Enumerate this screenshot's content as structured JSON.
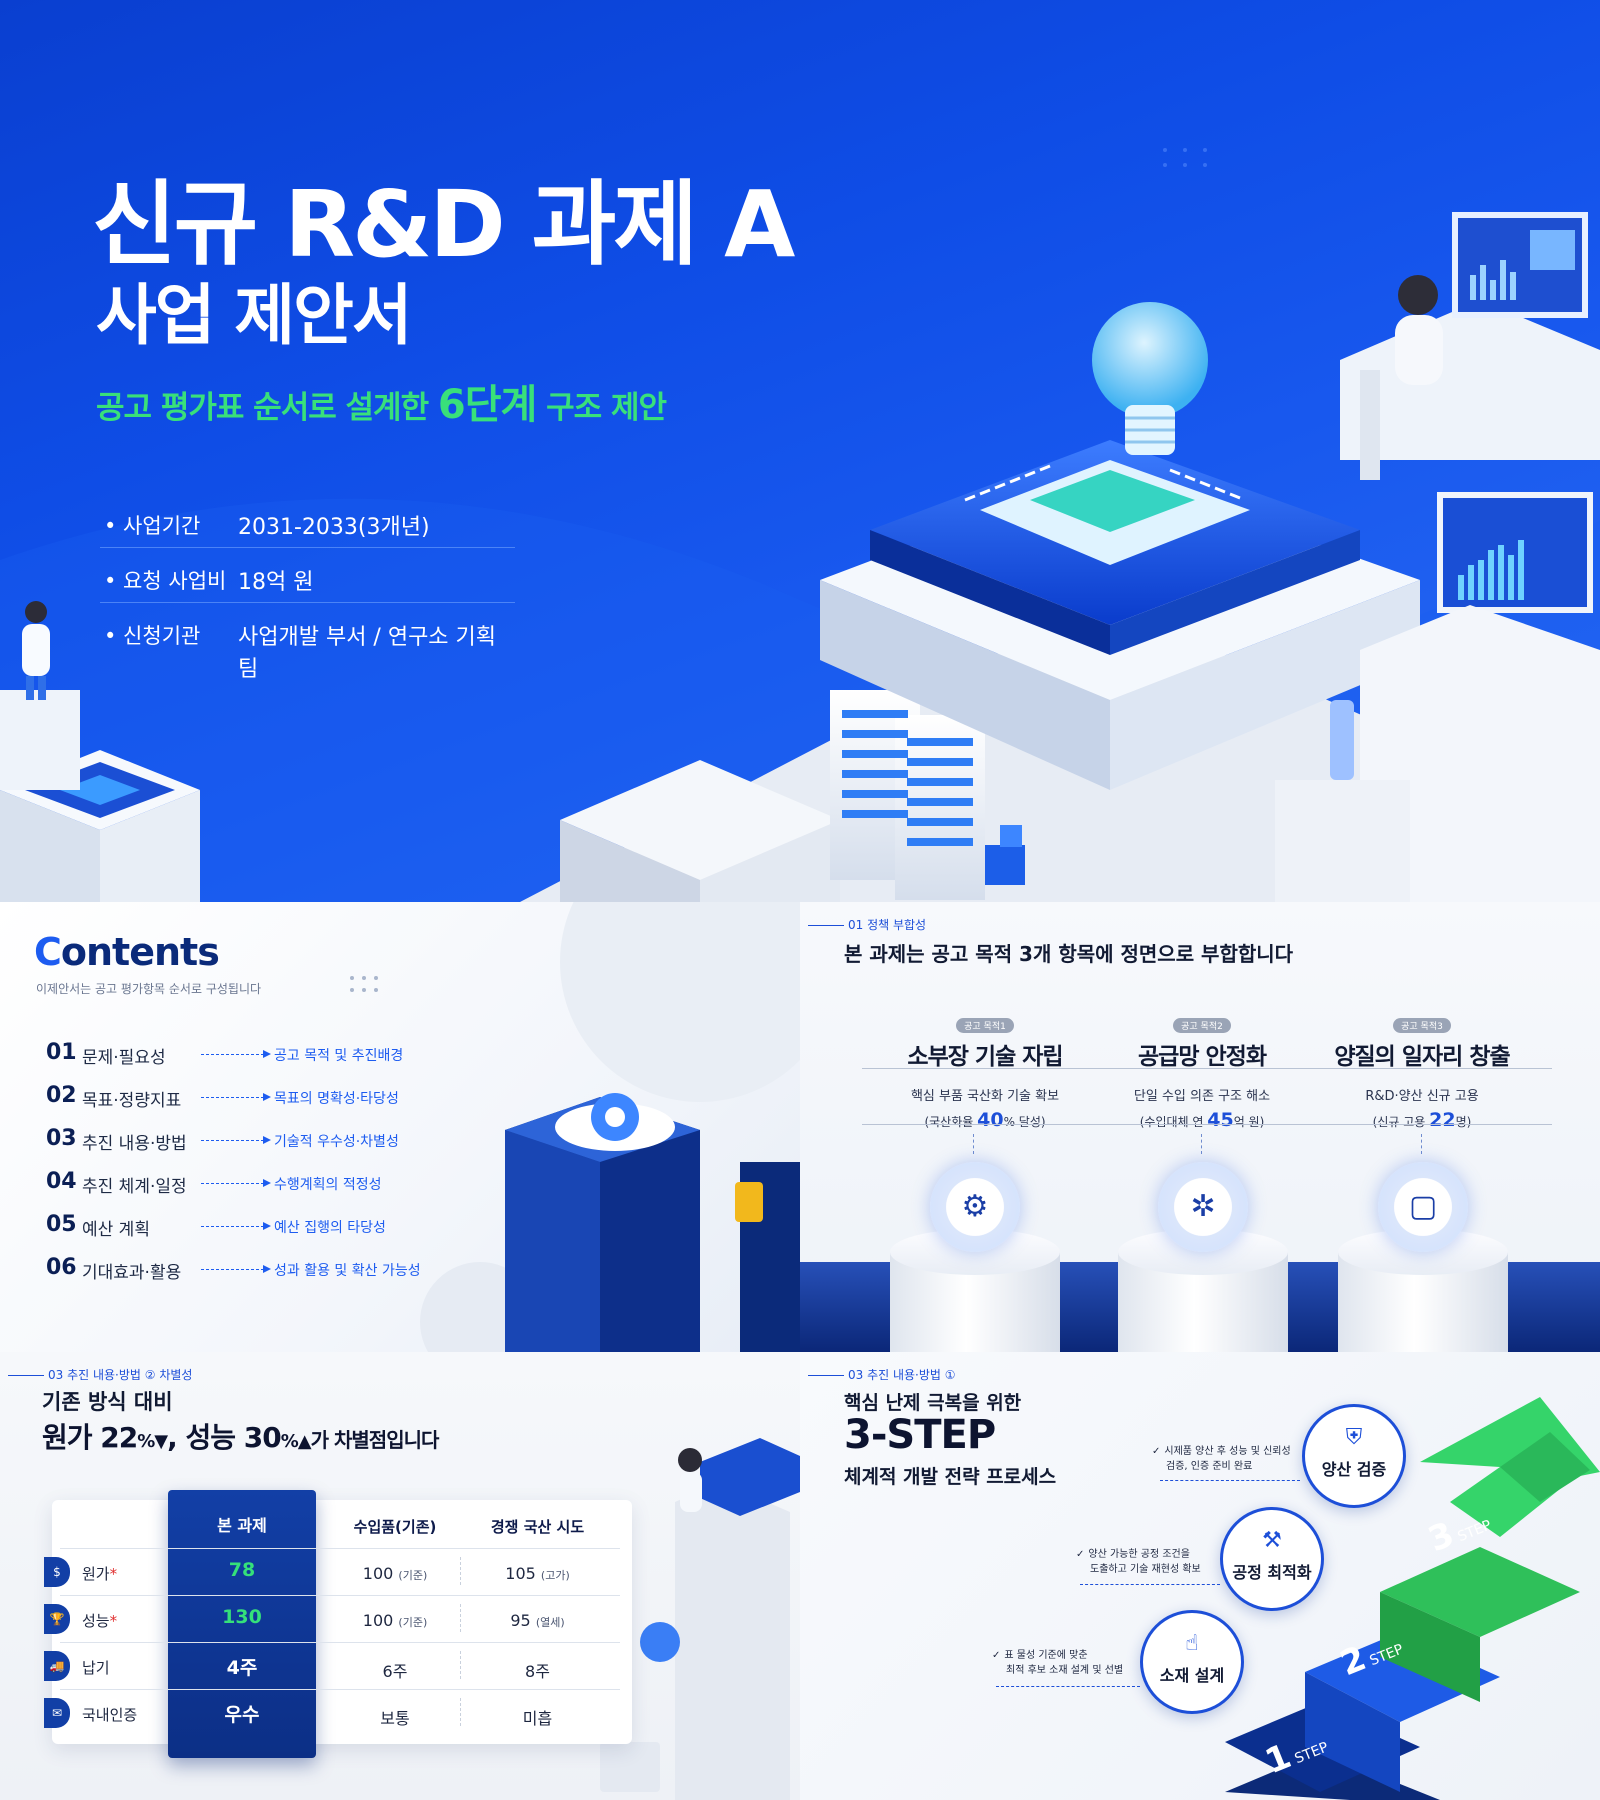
{
  "hero": {
    "title_line1": "신규 R&D 과제 A",
    "title_line2": "사업 제안서",
    "tagline_pre": "공고 평가표 순서로 설계한 ",
    "tagline_em": "6단계",
    "tagline_post": " 구조 제안",
    "info": [
      {
        "key": "• 사업기간",
        "value": "2031-2033(3개년)"
      },
      {
        "key": "• 요청 사업비",
        "value": "18억 원"
      },
      {
        "key": "• 신청기관",
        "value": "사업개발 부서 / 연구소 기획팀"
      }
    ]
  },
  "contents": {
    "title_c": "C",
    "title_rest": "ontents",
    "subtitle": "이제안서는 공고 평가항목 순서로 구성됩니다",
    "items": [
      {
        "num": "01",
        "label": "문제·필요성",
        "desc": "공고 목적 및 추진배경"
      },
      {
        "num": "02",
        "label": "목표·정량지표",
        "desc": "목표의 명확성·타당성"
      },
      {
        "num": "03",
        "label": "추진 내용·방법",
        "desc": "기술적 우수성·차별성"
      },
      {
        "num": "04",
        "label": "추진 체계·일정",
        "desc": "수행계획의 적정성"
      },
      {
        "num": "05",
        "label": "예산 계획",
        "desc": "예산 집행의 타당성"
      },
      {
        "num": "06",
        "label": "기대효과·활용",
        "desc": "성과 활용 및 확산 가능성"
      }
    ]
  },
  "policy": {
    "tag": "01 정책 부합성",
    "headline": "본 과제는 공고 목적 3개 항목에 정면으로 부합합니다",
    "columns": [
      {
        "badge": "공고 목적1",
        "title": "소부장 기술 자립",
        "line1": "핵심 부품 국산화 기술 확보",
        "pre": "(국산화율 ",
        "num": "40",
        "post": "% 달성)",
        "icon": "gear-icon"
      },
      {
        "badge": "공고 목적2",
        "title": "공급망 안정화",
        "line1": "단일 수입 의존 구조 해소",
        "pre": "(수입대체 연 ",
        "num": "45",
        "post": "억 원)",
        "icon": "network-icon"
      },
      {
        "badge": "공고 목적3",
        "title": "양질의 일자리 창출",
        "line1": "R&D·양산 신규 고용",
        "pre": "(신규 고용 ",
        "num": "22",
        "post": "명)",
        "icon": "briefcase-icon"
      }
    ]
  },
  "compare": {
    "tag": "03 추진 내용·방법 ② 차별성",
    "line1": "기존 방식 대비",
    "line2_a": "원가 22",
    "line2_b": "%▼",
    "line2_c": ", 성능 30",
    "line2_d": "%▲",
    "line2_e": "가 차별점입니다",
    "headers": [
      "본 과제",
      "수입품(기존)",
      "경쟁 국산 시도"
    ],
    "rows": [
      {
        "label": "원가",
        "star": "*",
        "icon": "$",
        "ours": "78",
        "imp": "100",
        "imp_note": "(기준)",
        "dom": "105",
        "dom_note": "(고가)",
        "green": true
      },
      {
        "label": "성능",
        "star": "*",
        "icon": "🏆",
        "ours": "130",
        "imp": "100",
        "imp_note": "(기준)",
        "dom": "95",
        "dom_note": "(열세)",
        "green": true
      },
      {
        "label": "납기",
        "star": "",
        "icon": "🚚",
        "ours": "4주",
        "imp": "6주",
        "imp_note": "",
        "dom": "8주",
        "dom_note": "",
        "green": false
      },
      {
        "label": "국내인증",
        "star": "",
        "icon": "✉",
        "ours": "우수",
        "imp": "보통",
        "imp_note": "",
        "dom": "미흡",
        "dom_note": "",
        "green": false
      }
    ]
  },
  "steps": {
    "tag": "03 추진 내용·방법 ①",
    "line1": "핵심 난제 극복을 위한",
    "line2": "3-STEP",
    "line3": "체계적 개발 전략 프로세스",
    "stages": [
      {
        "num": "1",
        "word": "STEP",
        "title": "소재 설계",
        "note1": "표 물성 기준에 맞춘",
        "note2": "최적 후보 소재 설계 및 선별",
        "icon": "touch-icon"
      },
      {
        "num": "2",
        "word": "STEP",
        "title": "공정 최적화",
        "note1": "양산 가능한 공정 조건을",
        "note2": "도출하고 기술 재현성 확보",
        "icon": "robot-arm-icon"
      },
      {
        "num": "3",
        "word": "STEP",
        "title": "양산 검증",
        "note1": "시제품 양산 후 성능 및 신뢰성",
        "note2": "검증, 인증 준비 완료",
        "icon": "shield-check-icon"
      }
    ]
  },
  "colors": {
    "primary": "#1d4fd8",
    "navy": "#0c2f86",
    "green": "#35e07a"
  }
}
